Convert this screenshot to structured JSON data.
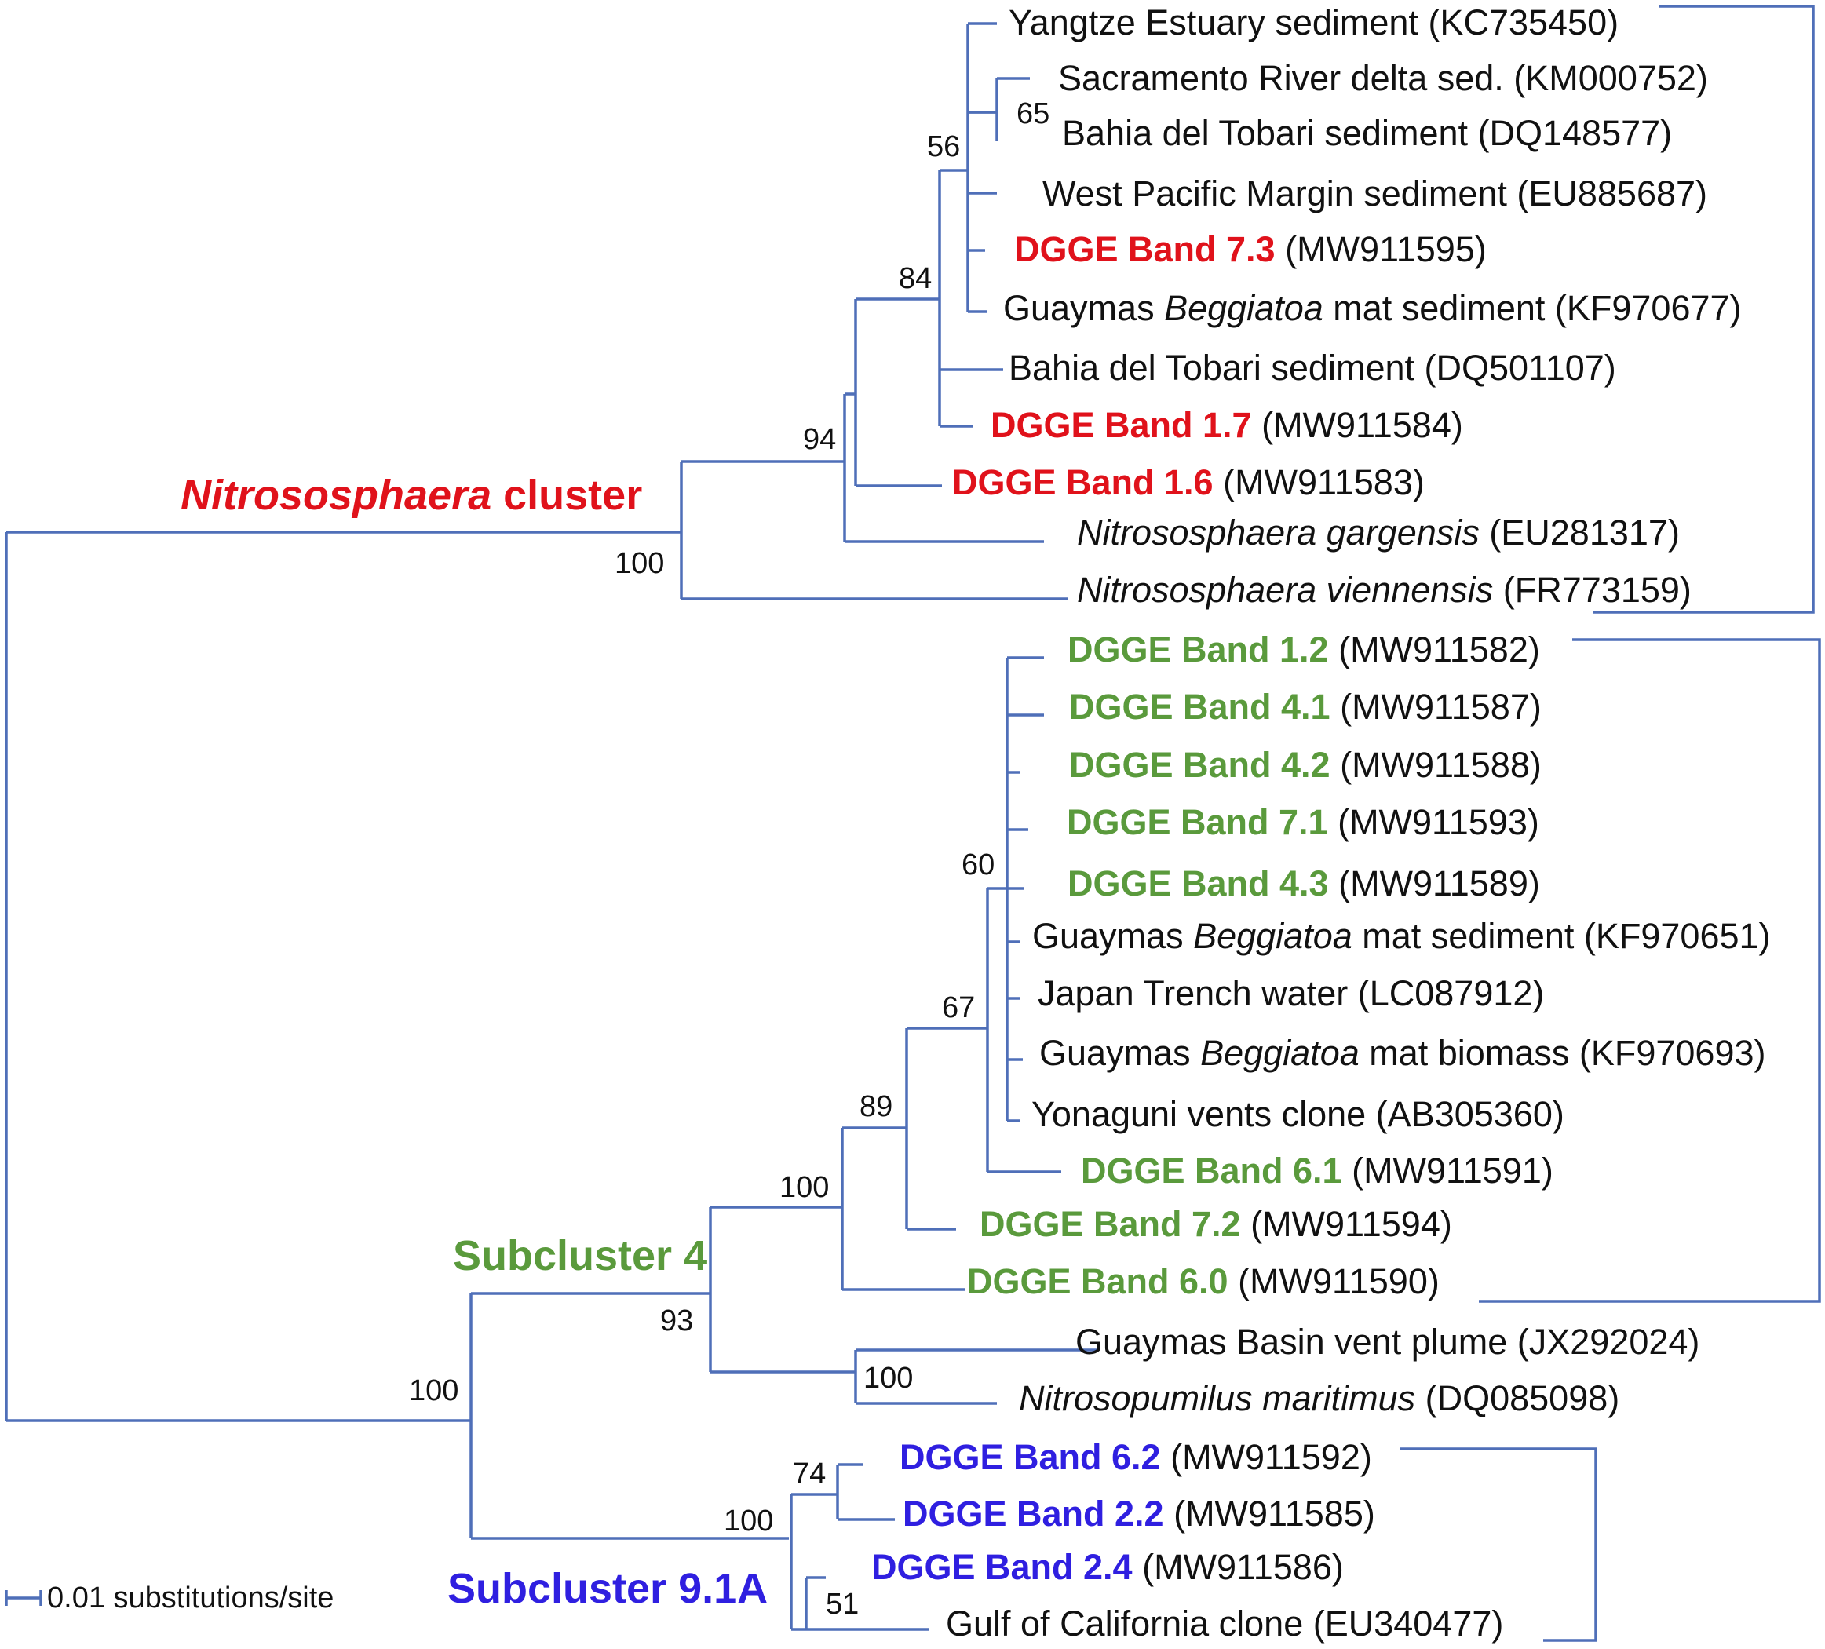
{
  "colors": {
    "branch": "#4f6fb8",
    "nitrososphaera": "#e0121b",
    "subcluster4": "#5a9a3c",
    "subcluster91a": "#2f1fe0",
    "text": "#111111"
  },
  "clusters": {
    "nitrososphaera": {
      "italic": "Nitrososphaera",
      "rest": " cluster"
    },
    "subcluster4": {
      "label": "Subcluster 4"
    },
    "subcluster91a": {
      "label": "Subcluster 9.1A"
    }
  },
  "scale_bar": {
    "label": "0.01 substitutions/site"
  },
  "taxa": [
    {
      "id": "t1",
      "group": "none",
      "parts": [
        {
          "t": "Yangtze Estuary sediment (KC735450)"
        }
      ]
    },
    {
      "id": "t2",
      "group": "none",
      "parts": [
        {
          "t": "Sacramento River delta sed. (KM000752)"
        }
      ]
    },
    {
      "id": "t3",
      "group": "none",
      "parts": [
        {
          "t": "Bahia del Tobari sediment (DQ148577)"
        }
      ]
    },
    {
      "id": "t4",
      "group": "none",
      "parts": [
        {
          "t": "West Pacific Margin sediment (EU885687)"
        }
      ]
    },
    {
      "id": "t5",
      "group": "nitro",
      "parts": [
        {
          "t": "DGGE Band 7.3",
          "b": true
        },
        {
          "t": " (MW911595)"
        }
      ]
    },
    {
      "id": "t6",
      "group": "none",
      "parts": [
        {
          "t": "Guaymas "
        },
        {
          "t": "Beggiatoa",
          "i": true
        },
        {
          "t": " mat sediment (KF970677)"
        }
      ]
    },
    {
      "id": "t7",
      "group": "none",
      "parts": [
        {
          "t": "Bahia del Tobari sediment (DQ501107)"
        }
      ]
    },
    {
      "id": "t8",
      "group": "nitro",
      "parts": [
        {
          "t": "DGGE Band 1.7",
          "b": true
        },
        {
          "t": " (MW911584)"
        }
      ]
    },
    {
      "id": "t9",
      "group": "nitro",
      "parts": [
        {
          "t": "DGGE Band 1.6",
          "b": true
        },
        {
          "t": " (MW911583)"
        }
      ]
    },
    {
      "id": "t10",
      "group": "none",
      "parts": [
        {
          "t": "Nitrososphaera gargensis",
          "i": true
        },
        {
          "t": " (EU281317)"
        }
      ]
    },
    {
      "id": "t11",
      "group": "none",
      "parts": [
        {
          "t": "Nitrososphaera viennensis",
          "i": true
        },
        {
          "t": " (FR773159)"
        }
      ]
    },
    {
      "id": "t12",
      "group": "sub4",
      "parts": [
        {
          "t": "DGGE Band 1.2",
          "b": true
        },
        {
          "t": " (MW911582)"
        }
      ]
    },
    {
      "id": "t13",
      "group": "sub4",
      "parts": [
        {
          "t": "DGGE Band 4.1",
          "b": true
        },
        {
          "t": " (MW911587)"
        }
      ]
    },
    {
      "id": "t14",
      "group": "sub4",
      "parts": [
        {
          "t": "DGGE Band 4.2",
          "b": true
        },
        {
          "t": " (MW911588)"
        }
      ]
    },
    {
      "id": "t15",
      "group": "sub4",
      "parts": [
        {
          "t": "DGGE Band 7.1",
          "b": true
        },
        {
          "t": " (MW911593)"
        }
      ]
    },
    {
      "id": "t16",
      "group": "sub4",
      "parts": [
        {
          "t": "DGGE Band 4.3",
          "b": true
        },
        {
          "t": " (MW911589)"
        }
      ]
    },
    {
      "id": "t17",
      "group": "none",
      "parts": [
        {
          "t": "Guaymas "
        },
        {
          "t": "Beggiatoa",
          "i": true
        },
        {
          "t": " mat sediment (KF970651)"
        }
      ]
    },
    {
      "id": "t18",
      "group": "none",
      "parts": [
        {
          "t": "Japan Trench water (LC087912)"
        }
      ]
    },
    {
      "id": "t19",
      "group": "none",
      "parts": [
        {
          "t": "Guaymas "
        },
        {
          "t": "Beggiatoa",
          "i": true
        },
        {
          "t": " mat biomass (KF970693)"
        }
      ]
    },
    {
      "id": "t20",
      "group": "none",
      "parts": [
        {
          "t": "Yonaguni vents clone (AB305360)"
        }
      ]
    },
    {
      "id": "t21",
      "group": "sub4",
      "parts": [
        {
          "t": "DGGE Band 6.1",
          "b": true
        },
        {
          "t": " (MW911591)"
        }
      ]
    },
    {
      "id": "t22",
      "group": "sub4",
      "parts": [
        {
          "t": "DGGE Band 7.2",
          "b": true
        },
        {
          "t": " (MW911594)"
        }
      ]
    },
    {
      "id": "t23",
      "group": "sub4",
      "parts": [
        {
          "t": "DGGE Band 6.0",
          "b": true
        },
        {
          "t": " (MW911590)"
        }
      ]
    },
    {
      "id": "t24",
      "group": "none",
      "parts": [
        {
          "t": "Guaymas Basin vent plume (JX292024)"
        }
      ]
    },
    {
      "id": "t25",
      "group": "none",
      "parts": [
        {
          "t": "Nitrosopumilus maritimus",
          "i": true
        },
        {
          "t": " (DQ085098)"
        }
      ]
    },
    {
      "id": "t26",
      "group": "s91a",
      "parts": [
        {
          "t": "DGGE Band 6.2",
          "b": true
        },
        {
          "t": " (MW911592)"
        }
      ]
    },
    {
      "id": "t27",
      "group": "s91a",
      "parts": [
        {
          "t": "DGGE Band 2.2",
          "b": true
        },
        {
          "t": " (MW911585)"
        }
      ]
    },
    {
      "id": "t28",
      "group": "s91a",
      "parts": [
        {
          "t": "DGGE Band 2.4",
          "b": true
        },
        {
          "t": " (MW911586)"
        }
      ]
    },
    {
      "id": "t29",
      "group": "none",
      "parts": [
        {
          "t": "Gulf of California clone (EU340477)"
        }
      ]
    }
  ],
  "bootstrap": [
    {
      "id": "b65",
      "value": "65"
    },
    {
      "id": "b56",
      "value": "56"
    },
    {
      "id": "b84",
      "value": "84"
    },
    {
      "id": "b94",
      "value": "94"
    },
    {
      "id": "b100a",
      "value": "100"
    },
    {
      "id": "b60",
      "value": "60"
    },
    {
      "id": "b67",
      "value": "67"
    },
    {
      "id": "b89",
      "value": "89"
    },
    {
      "id": "b100b",
      "value": "100"
    },
    {
      "id": "b93",
      "value": "93"
    },
    {
      "id": "b100c",
      "value": "100"
    },
    {
      "id": "b100d",
      "value": "100"
    },
    {
      "id": "b74",
      "value": "74"
    },
    {
      "id": "b100e",
      "value": "100"
    },
    {
      "id": "b51",
      "value": "51"
    }
  ]
}
